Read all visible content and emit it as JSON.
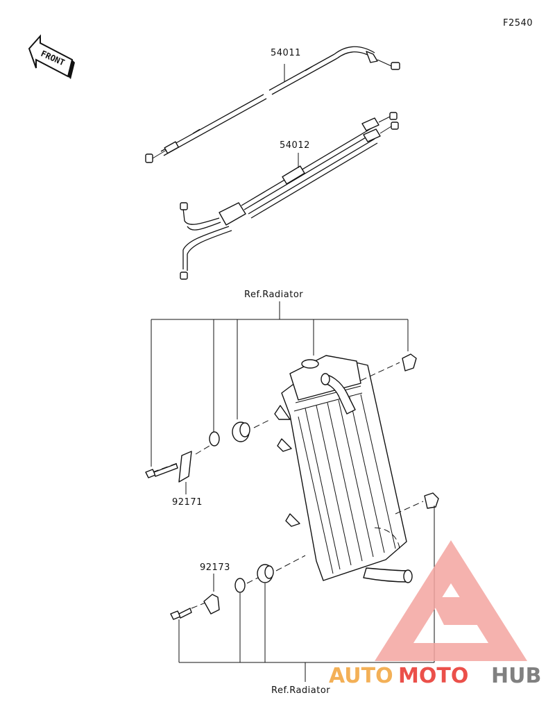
{
  "figure_code": "F2540",
  "front_label": "FRONT",
  "labels": {
    "throttle_cable": "54011",
    "choke_cable": "54012",
    "bracket": "92171",
    "grommet": "92173",
    "ref_top": "Ref.Radiator",
    "ref_bottom": "Ref.Radiator"
  },
  "watermark": {
    "part1": "AUTO",
    "part2": "MOTO",
    "part3": "HUB",
    "color_orange": "#f2a33a",
    "color_red": "#e8322b",
    "color_gray": "#6b6b6b"
  }
}
